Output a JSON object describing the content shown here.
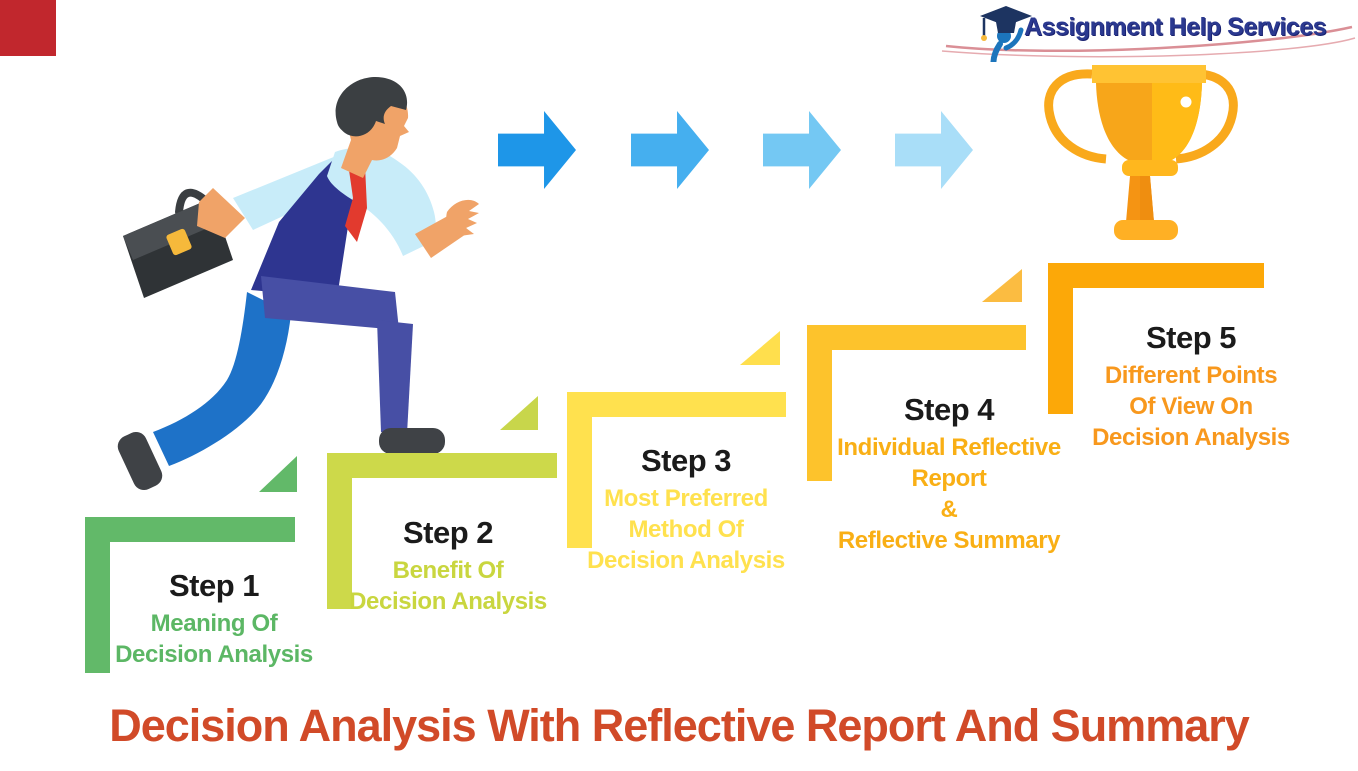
{
  "corner_marker": {
    "color": "#C1272D"
  },
  "logo": {
    "brand": "Assignment Help Services",
    "text_color": "#2B3990",
    "swoosh_color": "#DA8F96",
    "mascot": {
      "figure_color": "#1C75BC",
      "cap_color": "#1D3461",
      "tassel_color": "#F6B93B"
    }
  },
  "runner": {
    "description": "businessman running up the steps carrying a briefcase",
    "colors": {
      "hair": "#3B3F42",
      "skin": "#F0A368",
      "shirt": "#C8ECF9",
      "vest": "#2E3590",
      "tie": "#E23A2E",
      "front_leg": "#474FA5",
      "back_leg": "#1E72C8",
      "shoes": "#3F4246",
      "briefcase_body": "#2F3336",
      "briefcase_flap": "#4A4E52",
      "briefcase_clasp": "#F6B93B"
    }
  },
  "arrows": {
    "direction": "right",
    "colors": [
      "#1E96E8",
      "#45AFEF",
      "#74C8F3",
      "#A9DEF8"
    ]
  },
  "trophy": {
    "colors": {
      "cup": "#F7A61A",
      "cup_highlight": "#FFBB17",
      "rim": "#FFC333",
      "handles": "#F9A91C",
      "collar": "#FFB71E",
      "stem": "#F59413",
      "base": "#FFB024"
    }
  },
  "steps": [
    {
      "label": "Step 1",
      "lines": [
        "Meaning Of",
        "Decision Analysis"
      ],
      "color": "#62B969",
      "text_color": "#5CB765"
    },
    {
      "label": "Step 2",
      "lines": [
        "Benefit Of",
        "Decision Analysis"
      ],
      "color": "#CDD94A",
      "text_color": "#C9D63F",
      "triangle_color": "#62B969"
    },
    {
      "label": "Step 3",
      "lines": [
        "Most Preferred",
        "Method Of",
        "Decision Analysis"
      ],
      "color": "#FFE14E",
      "text_color": "#FFE14E",
      "triangle_color": "#C8D64B"
    },
    {
      "label": "Step 4",
      "lines": [
        "Individual Reflective",
        "Report",
        "&",
        "Reflective Summary"
      ],
      "color": "#FDC32C",
      "text_color": "#F9AF15",
      "triangle_color": "#FFDF4D"
    },
    {
      "label": "Step 5",
      "lines": [
        "Different Points",
        "Of View On",
        "Decision Analysis"
      ],
      "color": "#FCA808",
      "text_color": "#F8981D",
      "triangle_color": "#FBBC41"
    }
  ],
  "title": {
    "text": "Decision Analysis With Reflective Report And Summary",
    "color": "#D14A28"
  }
}
